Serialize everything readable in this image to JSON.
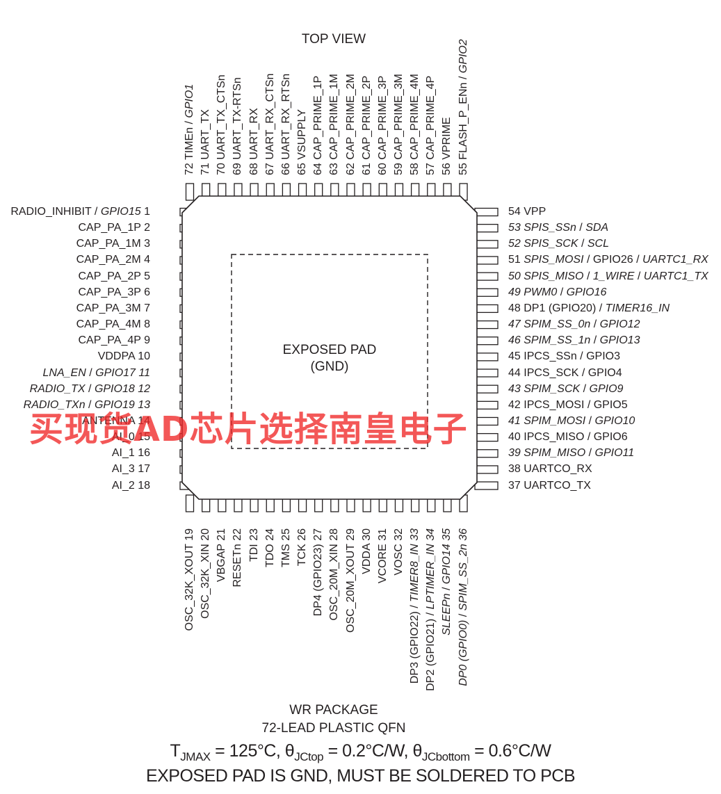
{
  "title": "TOP VIEW",
  "exposed_pad": {
    "line1": "EXPOSED PAD",
    "line2": "(GND)"
  },
  "package": {
    "line1": "WR PACKAGE",
    "line2": "72-LEAD PLASTIC QFN"
  },
  "thermal": {
    "t": "T",
    "t_sub": "JMAX",
    "t_val": " = 125°C, ",
    "jc": "θ",
    "jc_top_sub": "JCtop",
    "jc_top_val": " = 0.2°C/W, ",
    "jc_bot_sub": "JCbottom",
    "jc_bot_val": " = 0.6°C/W"
  },
  "note": "EXPOSED PAD IS GND, MUST BE SOLDERED TO PCB",
  "watermark": "买现货AD芯片选择南皇电子",
  "left_pins": [
    {
      "num": "1",
      "parts": [
        {
          "t": "RADIO_INHIBIT / "
        },
        {
          "t": "GPIO15",
          "i": true
        }
      ]
    },
    {
      "num": "2",
      "parts": [
        {
          "t": "CAP_PA_1P"
        }
      ]
    },
    {
      "num": "3",
      "parts": [
        {
          "t": "CAP_PA_1M"
        }
      ]
    },
    {
      "num": "4",
      "parts": [
        {
          "t": "CAP_PA_2M"
        }
      ]
    },
    {
      "num": "5",
      "parts": [
        {
          "t": "CAP_PA_2P"
        }
      ]
    },
    {
      "num": "6",
      "parts": [
        {
          "t": "CAP_PA_3P"
        }
      ]
    },
    {
      "num": "7",
      "parts": [
        {
          "t": "CAP_PA_3M"
        }
      ]
    },
    {
      "num": "8",
      "parts": [
        {
          "t": "CAP_PA_4M"
        }
      ]
    },
    {
      "num": "9",
      "parts": [
        {
          "t": "CAP_PA_4P"
        }
      ]
    },
    {
      "num": "10",
      "parts": [
        {
          "t": "VDDPA"
        }
      ]
    },
    {
      "num": "11",
      "italic_num": true,
      "parts": [
        {
          "t": "LNA_EN",
          "i": true
        },
        {
          "t": " / "
        },
        {
          "t": "GPIO17",
          "i": true
        }
      ]
    },
    {
      "num": "12",
      "italic_num": true,
      "parts": [
        {
          "t": "RADIO_TX",
          "i": true
        },
        {
          "t": " / "
        },
        {
          "t": "GPIO18",
          "i": true
        }
      ]
    },
    {
      "num": "13",
      "italic_num": true,
      "parts": [
        {
          "t": "RADIO_TXn",
          "i": true
        },
        {
          "t": " / "
        },
        {
          "t": "GPIO19",
          "i": true
        }
      ]
    },
    {
      "num": "14",
      "parts": [
        {
          "t": "ANTENNA"
        }
      ]
    },
    {
      "num": "15",
      "parts": [
        {
          "t": "AI_0"
        }
      ]
    },
    {
      "num": "16",
      "parts": [
        {
          "t": "AI_1"
        }
      ]
    },
    {
      "num": "17",
      "parts": [
        {
          "t": "AI_3"
        }
      ]
    },
    {
      "num": "18",
      "parts": [
        {
          "t": "AI_2"
        }
      ]
    }
  ],
  "right_pins": [
    {
      "num": "54",
      "parts": [
        {
          "t": "VPP"
        }
      ]
    },
    {
      "num": "53",
      "italic_num": true,
      "parts": [
        {
          "t": "SPIS_SSn",
          "i": true
        },
        {
          "t": " / "
        },
        {
          "t": "SDA",
          "i": true
        }
      ]
    },
    {
      "num": "52",
      "italic_num": true,
      "parts": [
        {
          "t": "SPIS_SCK",
          "i": true
        },
        {
          "t": " / "
        },
        {
          "t": "SCL",
          "i": true
        }
      ]
    },
    {
      "num": "51",
      "parts": [
        {
          "t": "SPIS_MOSI",
          "i": true
        },
        {
          "t": " / GPIO26 / "
        },
        {
          "t": "UARTC1_RX",
          "i": true
        }
      ]
    },
    {
      "num": "50",
      "italic_num": true,
      "parts": [
        {
          "t": "SPIS_MISO",
          "i": true
        },
        {
          "t": " / "
        },
        {
          "t": "1_WIRE",
          "i": true
        },
        {
          "t": " / "
        },
        {
          "t": "UARTC1_TX",
          "i": true
        }
      ]
    },
    {
      "num": "49",
      "italic_num": true,
      "parts": [
        {
          "t": "PWM0",
          "i": true
        },
        {
          "t": " / "
        },
        {
          "t": "GPIO16",
          "i": true
        }
      ]
    },
    {
      "num": "48",
      "parts": [
        {
          "t": "DP1 (GPIO20) / "
        },
        {
          "t": "TIMER16_IN",
          "i": true
        }
      ]
    },
    {
      "num": "47",
      "italic_num": true,
      "parts": [
        {
          "t": "SPIM_SS_0n",
          "i": true
        },
        {
          "t": " / "
        },
        {
          "t": "GPIO12",
          "i": true
        }
      ]
    },
    {
      "num": "46",
      "italic_num": true,
      "parts": [
        {
          "t": "SPIM_SS_1n",
          "i": true
        },
        {
          "t": " / "
        },
        {
          "t": "GPIO13",
          "i": true
        }
      ]
    },
    {
      "num": "45",
      "parts": [
        {
          "t": "IPCS_SSn / GPIO3"
        }
      ]
    },
    {
      "num": "44",
      "parts": [
        {
          "t": "IPCS_SCK / GPIO4"
        }
      ]
    },
    {
      "num": "43",
      "italic_num": true,
      "parts": [
        {
          "t": "SPIM_SCK",
          "i": true
        },
        {
          "t": " / "
        },
        {
          "t": "GPIO9",
          "i": true
        }
      ]
    },
    {
      "num": "42",
      "parts": [
        {
          "t": "IPCS_MOSI / GPIO5"
        }
      ]
    },
    {
      "num": "41",
      "italic_num": true,
      "parts": [
        {
          "t": "SPIM_MOSI",
          "i": true
        },
        {
          "t": " / "
        },
        {
          "t": "GPIO10",
          "i": true
        }
      ]
    },
    {
      "num": "40",
      "parts": [
        {
          "t": "IPCS_MISO / GPIO6"
        }
      ]
    },
    {
      "num": "39",
      "italic_num": true,
      "parts": [
        {
          "t": "SPIM_MISO",
          "i": true
        },
        {
          "t": " / "
        },
        {
          "t": "GPIO11",
          "i": true
        }
      ]
    },
    {
      "num": "38",
      "parts": [
        {
          "t": "UARTCO_RX"
        }
      ]
    },
    {
      "num": "37",
      "parts": [
        {
          "t": "UARTCO_TX"
        }
      ]
    }
  ],
  "top_pins": [
    {
      "num": "72",
      "parts": [
        {
          "t": "TIMEn / "
        },
        {
          "t": "GPIO1",
          "i": true
        }
      ]
    },
    {
      "num": "71",
      "parts": [
        {
          "t": "UART_TX"
        }
      ]
    },
    {
      "num": "70",
      "parts": [
        {
          "t": "UART_TX_CTSn"
        }
      ]
    },
    {
      "num": "69",
      "parts": [
        {
          "t": "UART_TX-RTSn"
        }
      ]
    },
    {
      "num": "68",
      "parts": [
        {
          "t": "UART_RX"
        }
      ]
    },
    {
      "num": "67",
      "parts": [
        {
          "t": "UART_RX_CTSn"
        }
      ]
    },
    {
      "num": "66",
      "parts": [
        {
          "t": "UART_RX_RTSn"
        }
      ]
    },
    {
      "num": "65",
      "parts": [
        {
          "t": "VSUPPLY"
        }
      ]
    },
    {
      "num": "64",
      "parts": [
        {
          "t": "CAP_PRIME_1P"
        }
      ]
    },
    {
      "num": "63",
      "parts": [
        {
          "t": "CAP_PRIME_1M"
        }
      ]
    },
    {
      "num": "62",
      "parts": [
        {
          "t": "CAP_PRIME_2M"
        }
      ]
    },
    {
      "num": "61",
      "parts": [
        {
          "t": "CAP_PRIME_2P"
        }
      ]
    },
    {
      "num": "60",
      "parts": [
        {
          "t": "CAP_PRIME_3P"
        }
      ]
    },
    {
      "num": "59",
      "parts": [
        {
          "t": "CAP_PRIME_3M"
        }
      ]
    },
    {
      "num": "58",
      "parts": [
        {
          "t": "CAP_PRIME_4M"
        }
      ]
    },
    {
      "num": "57",
      "parts": [
        {
          "t": "CAP_PRIME_4P"
        }
      ]
    },
    {
      "num": "56",
      "parts": [
        {
          "t": "VPRIME"
        }
      ]
    },
    {
      "num": "55",
      "parts": [
        {
          "t": "FLASH_P_ENn / "
        },
        {
          "t": "GPIO2",
          "i": true
        }
      ]
    }
  ],
  "bottom_pins": [
    {
      "num": "19",
      "parts": [
        {
          "t": "OSC_32K_XOUT"
        }
      ]
    },
    {
      "num": "20",
      "parts": [
        {
          "t": "OSC_32K_XIN"
        }
      ]
    },
    {
      "num": "21",
      "parts": [
        {
          "t": "VBGAP"
        }
      ]
    },
    {
      "num": "22",
      "parts": [
        {
          "t": "RESETn"
        }
      ]
    },
    {
      "num": "23",
      "parts": [
        {
          "t": "TDI"
        }
      ]
    },
    {
      "num": "24",
      "parts": [
        {
          "t": "TDO"
        }
      ]
    },
    {
      "num": "25",
      "parts": [
        {
          "t": "TMS"
        }
      ]
    },
    {
      "num": "26",
      "parts": [
        {
          "t": "TCK"
        }
      ]
    },
    {
      "num": "27",
      "parts": [
        {
          "t": "DP4 (GPIO23)"
        }
      ]
    },
    {
      "num": "28",
      "parts": [
        {
          "t": "OSC_20M_XIN"
        }
      ]
    },
    {
      "num": "29",
      "parts": [
        {
          "t": "OSC_20M_XOUT"
        }
      ]
    },
    {
      "num": "30",
      "parts": [
        {
          "t": "VDDA"
        }
      ]
    },
    {
      "num": "31",
      "parts": [
        {
          "t": "VCORE"
        }
      ]
    },
    {
      "num": "32",
      "parts": [
        {
          "t": "VOSC"
        }
      ]
    },
    {
      "num": "33",
      "italic_num": true,
      "parts": [
        {
          "t": "DP3 (GPIO22) / "
        },
        {
          "t": "TIMER8_IN",
          "i": true
        }
      ]
    },
    {
      "num": "34",
      "italic_num": true,
      "parts": [
        {
          "t": "DP2 (GPIO21) / "
        },
        {
          "t": "LPTIMER_IN",
          "i": true
        }
      ]
    },
    {
      "num": "35",
      "italic_num": true,
      "parts": [
        {
          "t": "SLEEPn",
          "i": true
        },
        {
          "t": " / "
        },
        {
          "t": "GPIO14",
          "i": true
        }
      ]
    },
    {
      "num": "36",
      "italic_num": true,
      "parts": [
        {
          "t": "DP0 (GPIO0)",
          "i": true
        },
        {
          "t": " / "
        },
        {
          "t": "SPIM_SS_2n",
          "i": true
        }
      ]
    }
  ]
}
